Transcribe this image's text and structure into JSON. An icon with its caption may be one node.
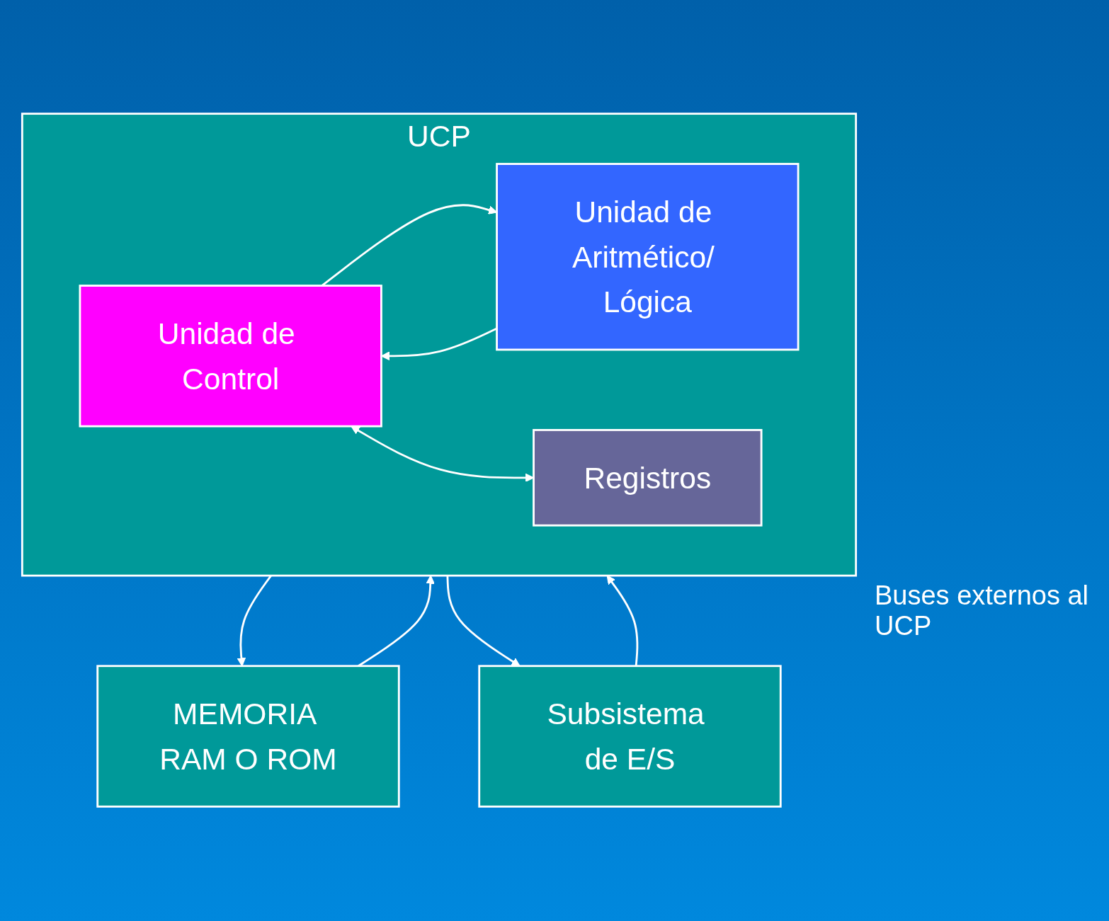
{
  "diagram": {
    "nodes": [
      {
        "text": [
          "MEMORIA RAM O ROM"
        ]
      },
      {
        "text": [
          "UCP"
        ]
      },
      {
        "text": [
          "Unidad de Control"
        ],
        "in": 1
      },
      {
        "text": [
          "Unidad de Aritmético/ Lógica"
        ],
        "in": 1
      },
      {
        "text": [
          "Registros"
        ],
        "in": 1
      },
      {
        "text": [
          "Subsistema de E/S"
        ]
      }
    ],
    "edges": [
      {
        "from": 0,
        "to": 1,
        "arrow": "to"
      },
      {
        "from": 1,
        "to": 0,
        "arrow": "to"
      },
      {
        "from": 2,
        "to": 3,
        "arrow": "to"
      },
      {
        "from": 3,
        "to": 2,
        "arrow": "to"
      },
      {
        "from": 2,
        "to": 4,
        "arrow": "both"
      },
      {
        "from": 1,
        "to": 5,
        "arrow": "to"
      },
      {
        "from": 5,
        "to": 1,
        "arrow": "to"
      }
    ],
    "labels": [
      "Buses externos al UCP"
    ]
  }
}
